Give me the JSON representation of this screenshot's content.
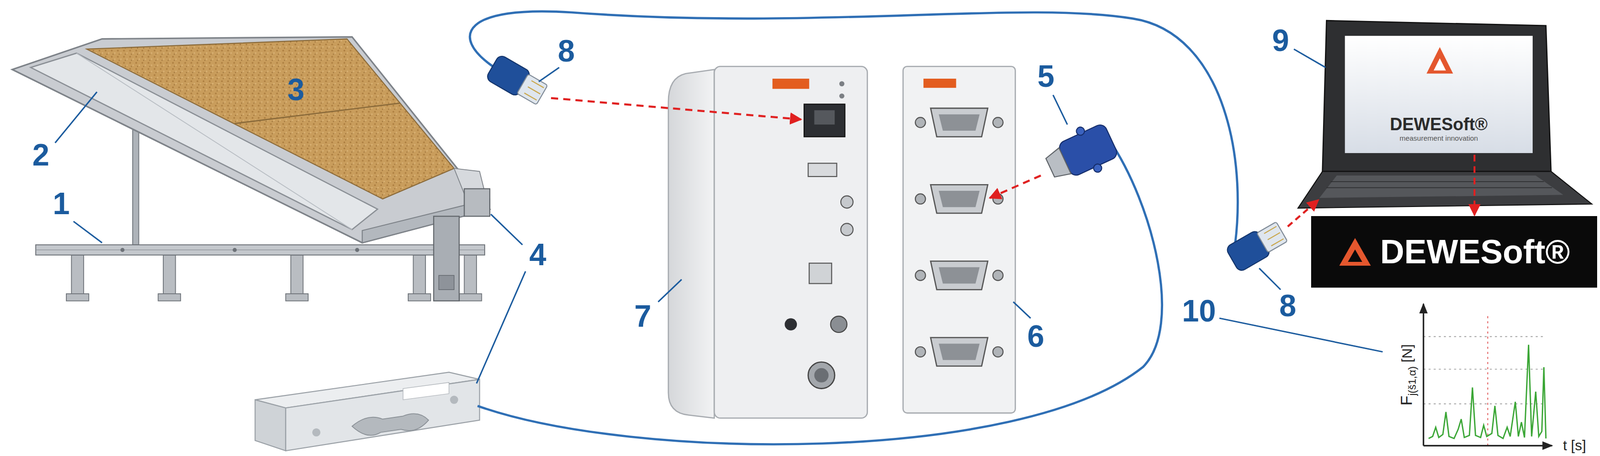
{
  "diagram": {
    "nodes": [
      {
        "text": [
          "DEWESoft®",
          "measurement innovation"
        ]
      },
      {
        "text": [
          "DEWESoft®"
        ]
      }
    ],
    "edges": [
      {
        "from": 0,
        "to": 1,
        "arrow": "to"
      }
    ],
    "labels": [
      "2",
      "1",
      "3",
      "4",
      "8",
      "7",
      "6",
      "5",
      "8",
      "9",
      "10",
      "F",
      "j(š1,α)",
      "[N]",
      "t [s]"
    ]
  }
}
